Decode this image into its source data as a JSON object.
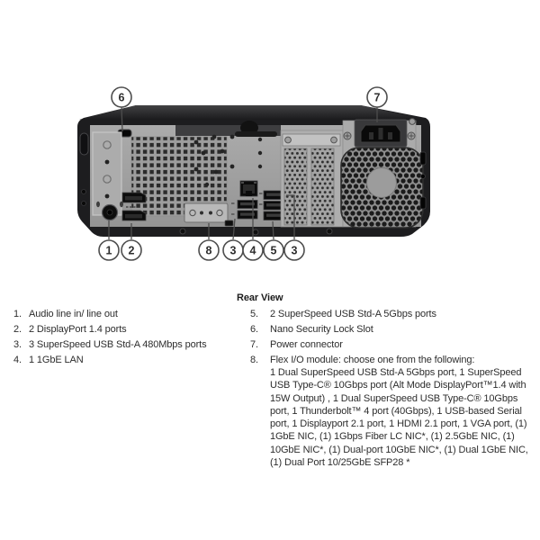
{
  "diagram": {
    "description": "Rear view illustration of a small form factor desktop PC chassis",
    "callouts": {
      "top": [
        {
          "label": "6"
        },
        {
          "label": "7"
        }
      ],
      "bottom": [
        {
          "label": "1"
        },
        {
          "label": "2"
        },
        {
          "label": "8"
        },
        {
          "label": "3"
        },
        {
          "label": "4"
        },
        {
          "label": "5"
        },
        {
          "label": "3"
        }
      ]
    },
    "colors": {
      "chassis": "#1d1d1f",
      "panel": "#a3a3a3",
      "callout_border": "#4d4d4d",
      "leader_line": "#4d4d4d",
      "background": "#ffffff"
    }
  },
  "legend": {
    "heading": "Rear View",
    "left_items": [
      {
        "num": "1.",
        "text": "Audio line in/ line out"
      },
      {
        "num": "2.",
        "text": "2 DisplayPort 1.4 ports"
      },
      {
        "num": "3.",
        "text": "3 SuperSpeed USB Std-A 480Mbps ports"
      },
      {
        "num": "4.",
        "text": "1 1GbE LAN"
      }
    ],
    "right_items": [
      {
        "num": "5.",
        "text": "2 SuperSpeed USB Std-A 5Gbps ports"
      },
      {
        "num": "6.",
        "text": "Nano Security Lock Slot"
      },
      {
        "num": "7.",
        "text": "Power connector"
      },
      {
        "num": "8.",
        "text": "Flex I/O module: choose one from the following:\n1 Dual SuperSpeed USB Std-A 5Gbps port, 1 SuperSpeed USB Type-C® 10Gbps port (Alt Mode DisplayPort™1.4 with 15W Output) , 1 Dual SuperSpeed USB Type-C® 10Gbps port, 1 Thunderbolt™ 4 port (40Gbps), 1 USB-based Serial port, 1 Displayport 2.1 port, 1 HDMI 2.1 port, 1 VGA port, (1) 1GbE NIC, (1) 1Gbps Fiber LC NIC*, (1) 2.5GbE NIC, (1) 10GbE NIC*, (1) Dual-port 10GbE NIC*, (1) Dual 1GbE NIC, (1) Dual Port 10/25GbE SFP28 *"
      }
    ]
  }
}
